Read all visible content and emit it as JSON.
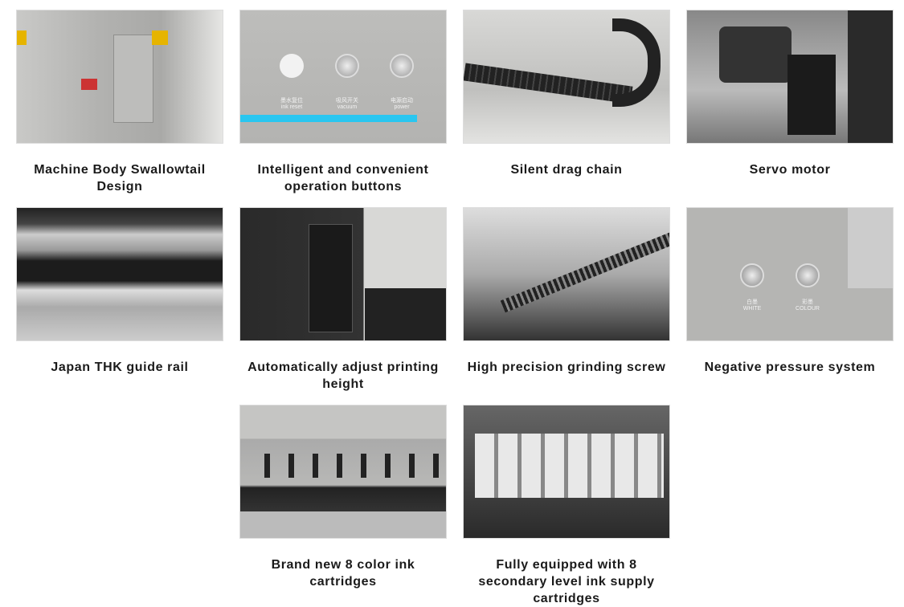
{
  "features": [
    {
      "caption": "Machine Body Swallowtail Design"
    },
    {
      "caption": "Intelligent and convenient operation buttons",
      "photo_labels": [
        {
          "cn": "墨水复位",
          "en": "ink reset"
        },
        {
          "cn": "吸风开关",
          "en": "vacuum"
        },
        {
          "cn": "电源启动",
          "en": "power"
        }
      ]
    },
    {
      "caption": "Silent drag chain"
    },
    {
      "caption": "Servo motor"
    },
    {
      "caption": "Japan THK guide rail"
    },
    {
      "caption": "Automatically adjust printing height"
    },
    {
      "caption": "High precision grinding screw"
    },
    {
      "caption": "Negative pressure system",
      "photo_labels": [
        {
          "cn": "白墨",
          "en": "WHITE"
        },
        {
          "cn": "彩墨",
          "en": "COLOUR"
        }
      ]
    },
    {
      "caption": "Brand new 8 color ink cartridges"
    },
    {
      "caption": "Fully equipped with 8 secondary level ink supply cartridges"
    }
  ],
  "colors": {
    "accent_strip": "#29c6f0",
    "panel_gray": "#b5b5b3"
  }
}
